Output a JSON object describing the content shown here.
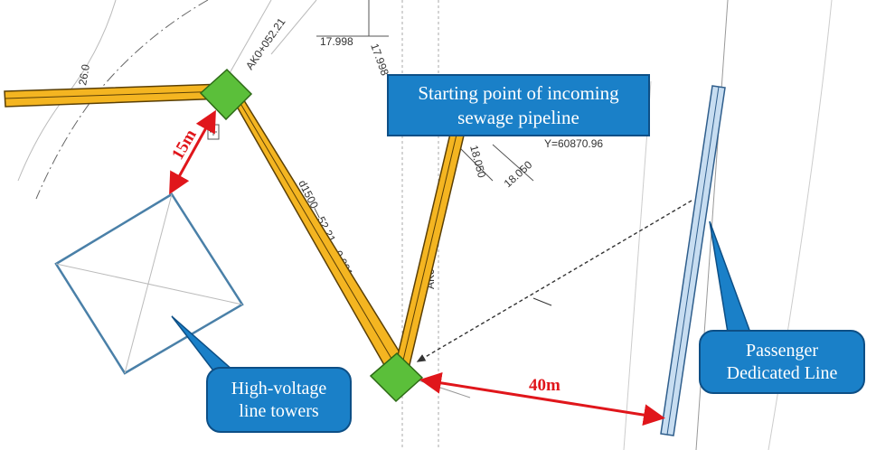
{
  "callouts": {
    "start_point_line1": "Starting point of incoming",
    "start_point_line2": "sewage pipeline",
    "towers_line1": "High-voltage",
    "towers_line2": "line towers",
    "passenger_line1": "Passenger",
    "passenger_line2": "Dedicated Line"
  },
  "dimensions": {
    "tower_to_building": "15m",
    "tower_to_railway": "40m"
  },
  "survey_labels": {
    "chainage_top": "AK0+052.21",
    "elev_1": "17.998",
    "elev_2": "17.998",
    "pipe_spec": "d1500—52.21—0.001",
    "coord_y": "Y=60870.96",
    "elev_3": "18.050",
    "elev_4": "18.050",
    "chainage_start": "AK0+0",
    "contour": "26.0"
  },
  "colors": {
    "pipe_fill": "#f4b521",
    "pipe_stroke": "#5a3f05",
    "tower_fill": "#5bbf3a",
    "callout_fill": "#1a80c8",
    "railway_fill": "#c7ddf1",
    "dimension_color": "#e0161b"
  }
}
